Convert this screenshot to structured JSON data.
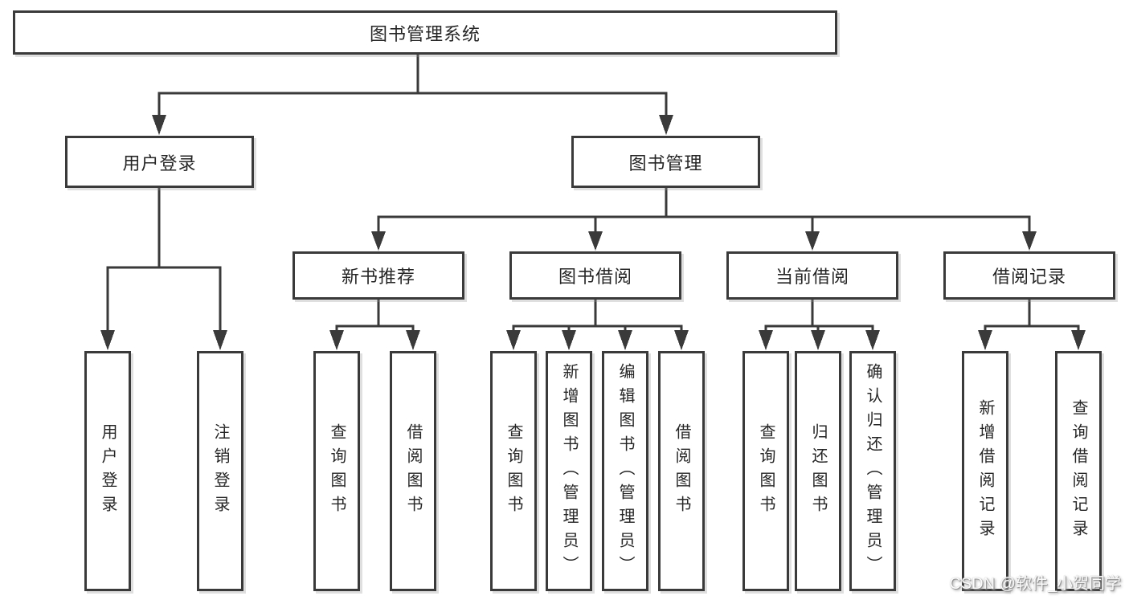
{
  "diagram": {
    "root": {
      "label": "图书管理系统"
    },
    "branches": [
      {
        "label": "用户登录",
        "children": [
          {
            "label": "用户登录"
          },
          {
            "label": "注销登录"
          }
        ]
      },
      {
        "label": "图书管理",
        "sections": [
          {
            "label": "新书推荐",
            "children": [
              {
                "label": "查询图书"
              },
              {
                "label": "借阅图书"
              }
            ]
          },
          {
            "label": "图书借阅",
            "children": [
              {
                "label": "查询图书"
              },
              {
                "label": "新增图书（管理员）"
              },
              {
                "label": "编辑图书（管理员）"
              },
              {
                "label": "借阅图书"
              }
            ]
          },
          {
            "label": "当前借阅",
            "children": [
              {
                "label": "查询图书"
              },
              {
                "label": "归还图书"
              },
              {
                "label": "确认归还（管理员）"
              }
            ]
          },
          {
            "label": "借阅记录",
            "children": [
              {
                "label": "新增借阅记录"
              },
              {
                "label": "查询借阅记录"
              }
            ]
          }
        ]
      }
    ]
  },
  "watermark": {
    "text": "CSDN @软件_小贺同学"
  },
  "colors": {
    "line": "#3a3a3a",
    "text": "#262626",
    "background": "#ffffff"
  }
}
